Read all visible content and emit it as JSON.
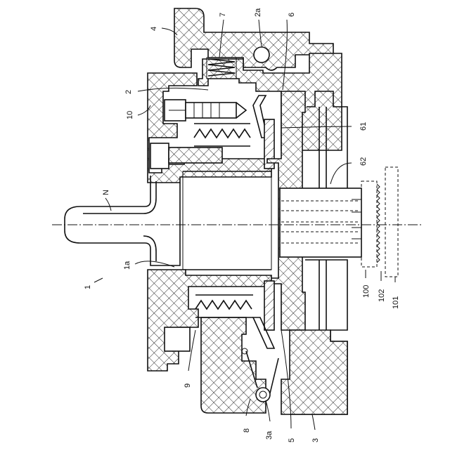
{
  "labels": {
    "l1": "1",
    "l1a": "1a",
    "l2": "2",
    "l2a": "2a",
    "l3": "3",
    "l3a": "3a",
    "l4": "4",
    "l5": "5",
    "l6": "6",
    "l61": "61",
    "l62": "62",
    "l7": "7",
    "l8": "8",
    "l9": "9",
    "l10": "10",
    "lN": "N",
    "l100": "100",
    "l101": "101",
    "l102": "102"
  }
}
